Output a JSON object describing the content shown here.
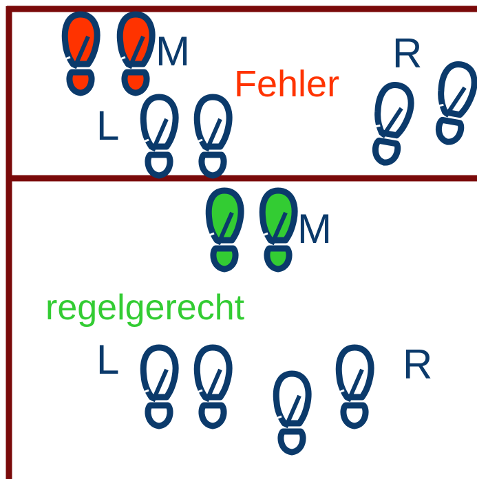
{
  "colors": {
    "frame": "#7a0a0a",
    "outline": "#0b3a6b",
    "error": "#ff3300",
    "ok": "#33cc33",
    "empty": "#ffffff"
  },
  "top_panel": {
    "note": "Fehler",
    "player_m": "M",
    "player_l": "L",
    "player_r": "R",
    "foot_icons": [
      "shoe-print-icon"
    ]
  },
  "bottom_panel": {
    "note": "regelgerecht",
    "player_m": "M",
    "player_l": "L",
    "player_r": "R",
    "foot_icons": [
      "shoe-print-icon"
    ]
  }
}
